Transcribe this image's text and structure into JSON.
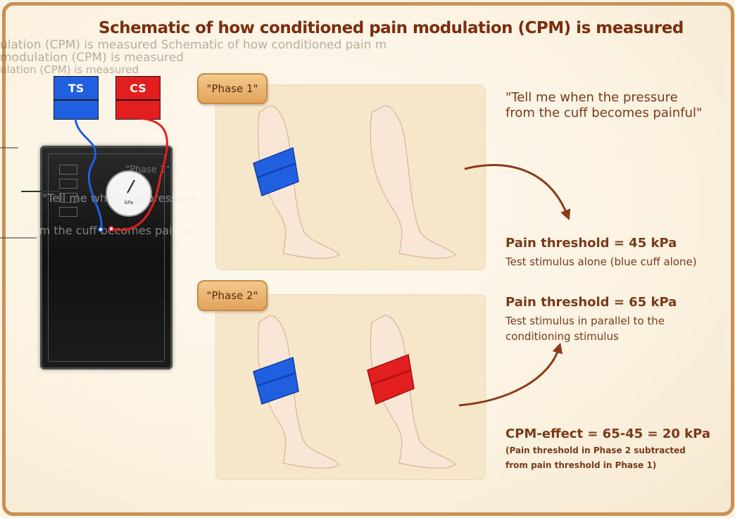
{
  "title": "Schematic of how conditioned pain modulation (CPM) is measured",
  "ghost_text": {
    "line_1": "ulation (CPM) is measured Schematic of how conditioned pain m",
    "line_2": "modulation (CPM) is measured",
    "line_3": "ulation (CPM) is measured",
    "phase": "\"Phase 1\"",
    "quote_line_1": "\"Tell me when the pressure",
    "quote_line_2": "from the cuff becomes painful\""
  },
  "device": {
    "ts_label": "TS",
    "cs_label": "CS",
    "gauge_unit": "kPa"
  },
  "phase1": {
    "badge": "\"Phase 1\"",
    "quote_line_1": "\"Tell me when the pressure",
    "quote_line_2": "from the cuff becomes painful\"",
    "result_title": "Pain threshold = 45 kPa",
    "result_sub": "Test stimulus alone (blue cuff alone)"
  },
  "phase2": {
    "badge": "\"Phase 2\"",
    "result_title": "Pain threshold = 65 kPa",
    "result_sub_line_1": "Test stimulus in parallel to the",
    "result_sub_line_2": "conditioning stimulus"
  },
  "cpm": {
    "title": "CPM-effect = 65-45 = 20 kPa",
    "note_line_1": "(Pain threshold in Phase 2 subtracted",
    "note_line_2": "from pain threshold in Phase 1)"
  },
  "colors": {
    "blue_cuff": "#1f5fe0",
    "red_cuff": "#e21e1e",
    "text_brown": "#7a3a1a",
    "frame": "#c98f55"
  }
}
